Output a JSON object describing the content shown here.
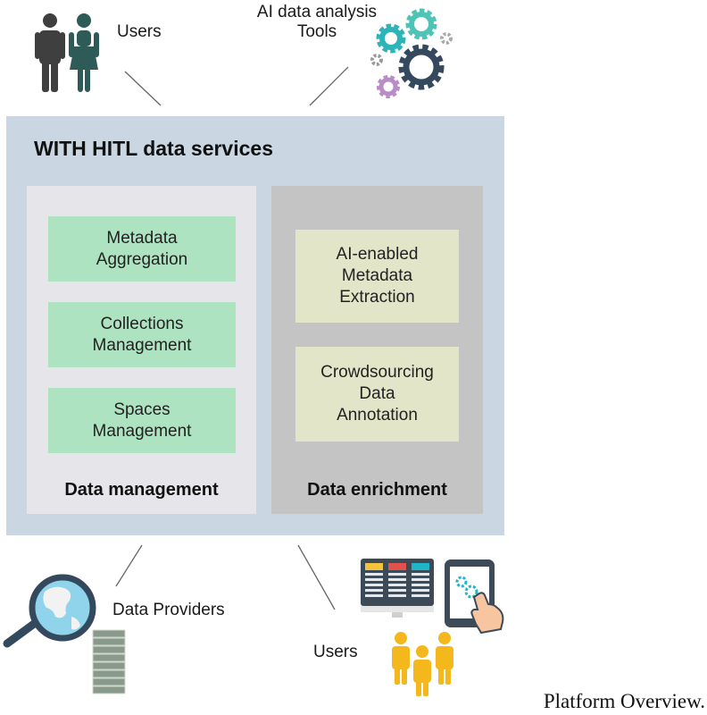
{
  "top": {
    "users_label": "Users",
    "ai_tools_label": "AI data analysis\nTools"
  },
  "main": {
    "title": "WITH HITL data services",
    "data_management": {
      "title": "Data management",
      "items": [
        "Metadata\nAggregation",
        "Collections\nManagement",
        "Spaces\nManagement"
      ]
    },
    "data_enrichment": {
      "title": "Data enrichment",
      "items": [
        "AI-enabled\nMetadata\nExtraction",
        "Crowdsourcing\nData\nAnnotation"
      ]
    }
  },
  "bottom": {
    "data_providers_label": "Data Providers",
    "users_label": "Users"
  },
  "caption": "Platform Overview.",
  "colors": {
    "outer_bg": "#cbd6e3",
    "management_bg": "#e6e6ea",
    "enrichment_bg": "#c4c4c4",
    "green_box": "#aee3c1",
    "beige_box": "#e3e5c9",
    "users_top_icon": "#4a4a4a",
    "users_bottom_icon": "#f5b81c",
    "gear_teal": "#2bb5b9",
    "gear_dark": "#34495e",
    "gear_purple": "#b98cc7"
  }
}
